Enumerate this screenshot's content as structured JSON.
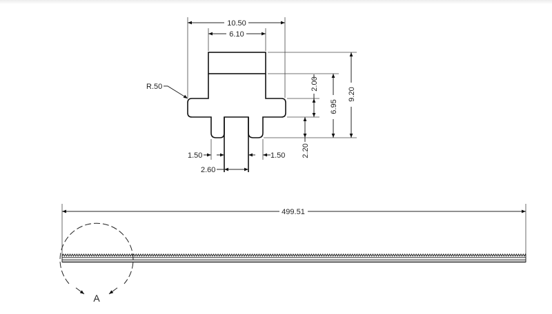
{
  "profile_view": {
    "dims": {
      "overall_width": "10.50",
      "top_width": "6.10",
      "radius": "R.50",
      "flange_height": "2.00",
      "leg_height": "2.20",
      "lower_height": "6.95",
      "overall_height": "9.20",
      "leg_width_left": "1.50",
      "leg_width_right": "1.50",
      "slot_width": "2.60"
    }
  },
  "length_view": {
    "overall_length": "499.51",
    "detail_label": "A"
  }
}
